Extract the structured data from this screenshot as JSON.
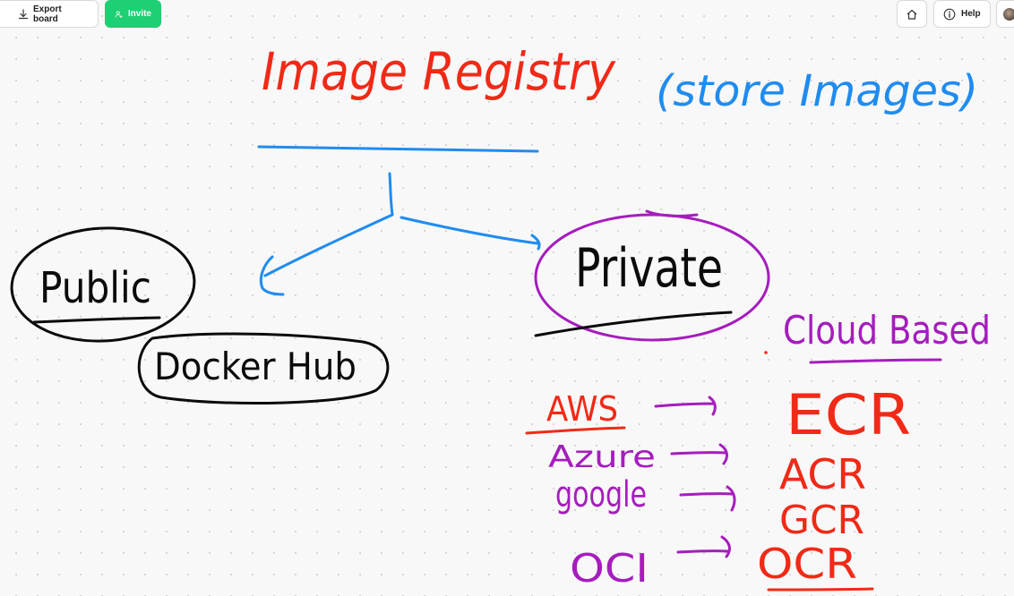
{
  "toolbar": {
    "export_label": "Export board",
    "invite_label": "Invite",
    "help_label": "Help"
  },
  "colors": {
    "red": "#f02a17",
    "blue": "#1f8cf0",
    "purple": "#a51dbd",
    "black": "#0b0b0b",
    "invite_green": "#1fcf73"
  },
  "board": {
    "title": "Image Registry",
    "subtitle": "(store Images)",
    "public_label": "Public",
    "docker_hub_label": "Docker Hub",
    "private_label": "Private",
    "cloud_based_label": "Cloud Based",
    "providers": [
      "AWS",
      "Azure",
      "google",
      "OCI"
    ],
    "registries": [
      "ECR",
      "ACR",
      "GCR",
      "OCR"
    ]
  }
}
